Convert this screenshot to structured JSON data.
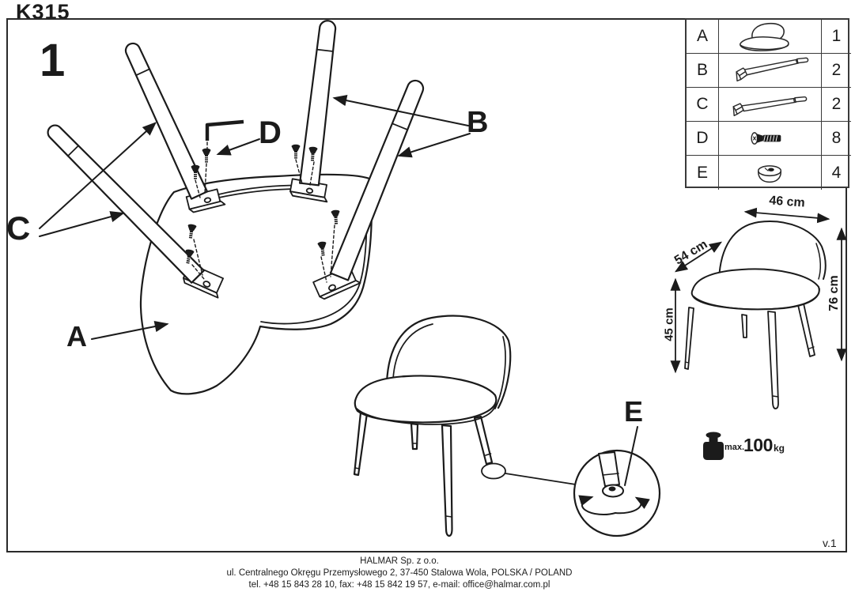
{
  "page": {
    "model": "K315",
    "step": "1",
    "version": "v.1"
  },
  "callouts": {
    "a": "A",
    "b": "B",
    "c": "C",
    "d": "D",
    "e": "E"
  },
  "parts_table": {
    "rows": [
      {
        "letter": "A",
        "icon": "seat-shell-icon",
        "qty": "1"
      },
      {
        "letter": "B",
        "icon": "leg-with-bracket-icon",
        "qty": "2"
      },
      {
        "letter": "C",
        "icon": "leg-with-bracket-icon",
        "qty": "2"
      },
      {
        "letter": "D",
        "icon": "bolt-icon",
        "qty": "8"
      },
      {
        "letter": "E",
        "icon": "foot-glide-icon",
        "qty": "4"
      }
    ]
  },
  "dimensions": {
    "width": "46 cm",
    "depth": "54 cm",
    "seat_height": "45 cm",
    "height": "76 cm"
  },
  "weight_limit": {
    "prefix": "max.",
    "value": "100",
    "unit": "kg"
  },
  "footer": {
    "company": "HALMAR Sp. z o.o.",
    "address": "ul. Centralnego Okręgu Przemysłowego 2, 37-450 Stalowa Wola, POLSKA / POLAND",
    "contact": "tel. +48 15 843 28 10, fax: +48 15 842 19 57, e-mail: office@halmar.com.pl"
  },
  "colors": {
    "line": "#1b1b1b",
    "background": "#ffffff"
  }
}
